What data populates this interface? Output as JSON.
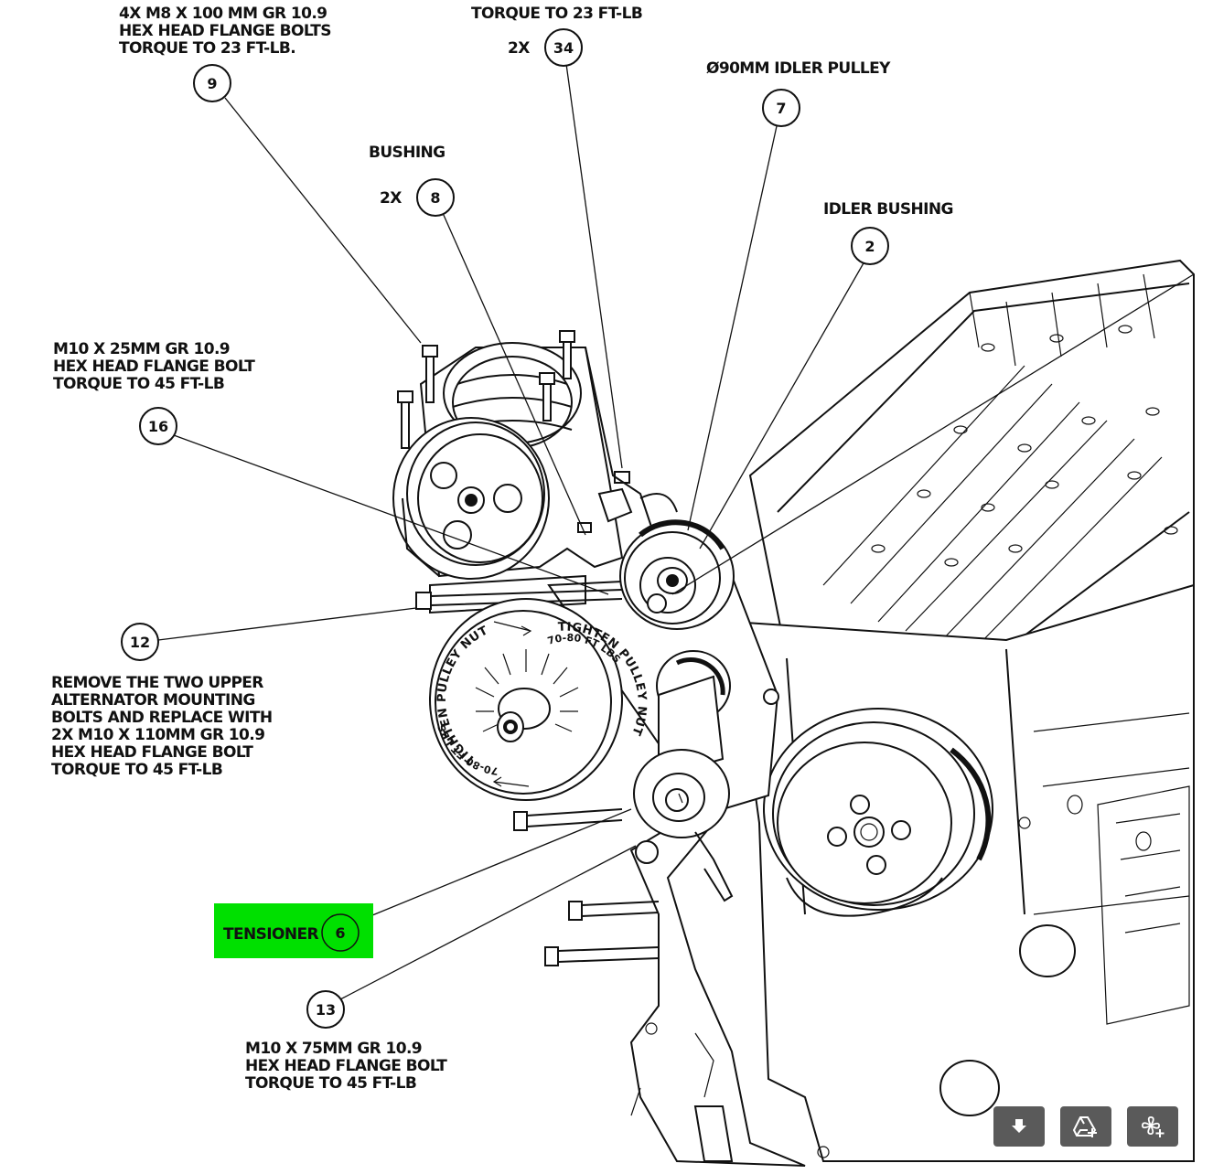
{
  "notes": {
    "top_left": [
      "4X M8 X 100 MM GR 10.9",
      "HEX HEAD FLANGE BOLTS",
      "TORQUE TO 23 FT-LB."
    ],
    "top_center": "TORQUE TO 23 FT-LB",
    "idler_pulley": "Ø90MM IDLER PULLEY",
    "bushing": "BUSHING",
    "idler_bushing": "IDLER BUSHING",
    "m10_25": [
      "M10 X 25MM GR 10.9",
      "HEX HEAD FLANGE BOLT",
      "TORQUE TO 45 FT-LB"
    ],
    "remove": [
      "REMOVE THE TWO UPPER",
      "ALTERNATOR MOUNTING",
      "BOLTS AND REPLACE WITH",
      "2X M10 X 110MM GR 10.9",
      "HEX HEAD FLANGE BOLT",
      "TORQUE TO 45 FT-LB"
    ],
    "tensioner": "TENSIONER",
    "m10_75": [
      "M10 X 75MM GR 10.9",
      "HEX HEAD FLANGE BOLT",
      "TORQUE TO 45 FT-LB"
    ]
  },
  "quantities": {
    "q34": "2X",
    "q8": "2X"
  },
  "callouts": {
    "c9": "9",
    "c34": "34",
    "c7": "7",
    "c8": "8",
    "c2": "2",
    "c16": "16",
    "c12": "12",
    "c6": "6",
    "c13": "13"
  },
  "pulley_text": {
    "left_arc": "TIGHTEN PULLEY NUT",
    "left_arc2": "70-80 FT LBS",
    "right_arc": "TIGHTEN PULLEY NUT",
    "right_arc2": "70-80 FT LBS"
  },
  "highlight_color": "#00e000",
  "toolbar": {
    "icons": [
      "download-icon",
      "add-to-drive-icon",
      "add-to-pinwheel-icon"
    ]
  }
}
